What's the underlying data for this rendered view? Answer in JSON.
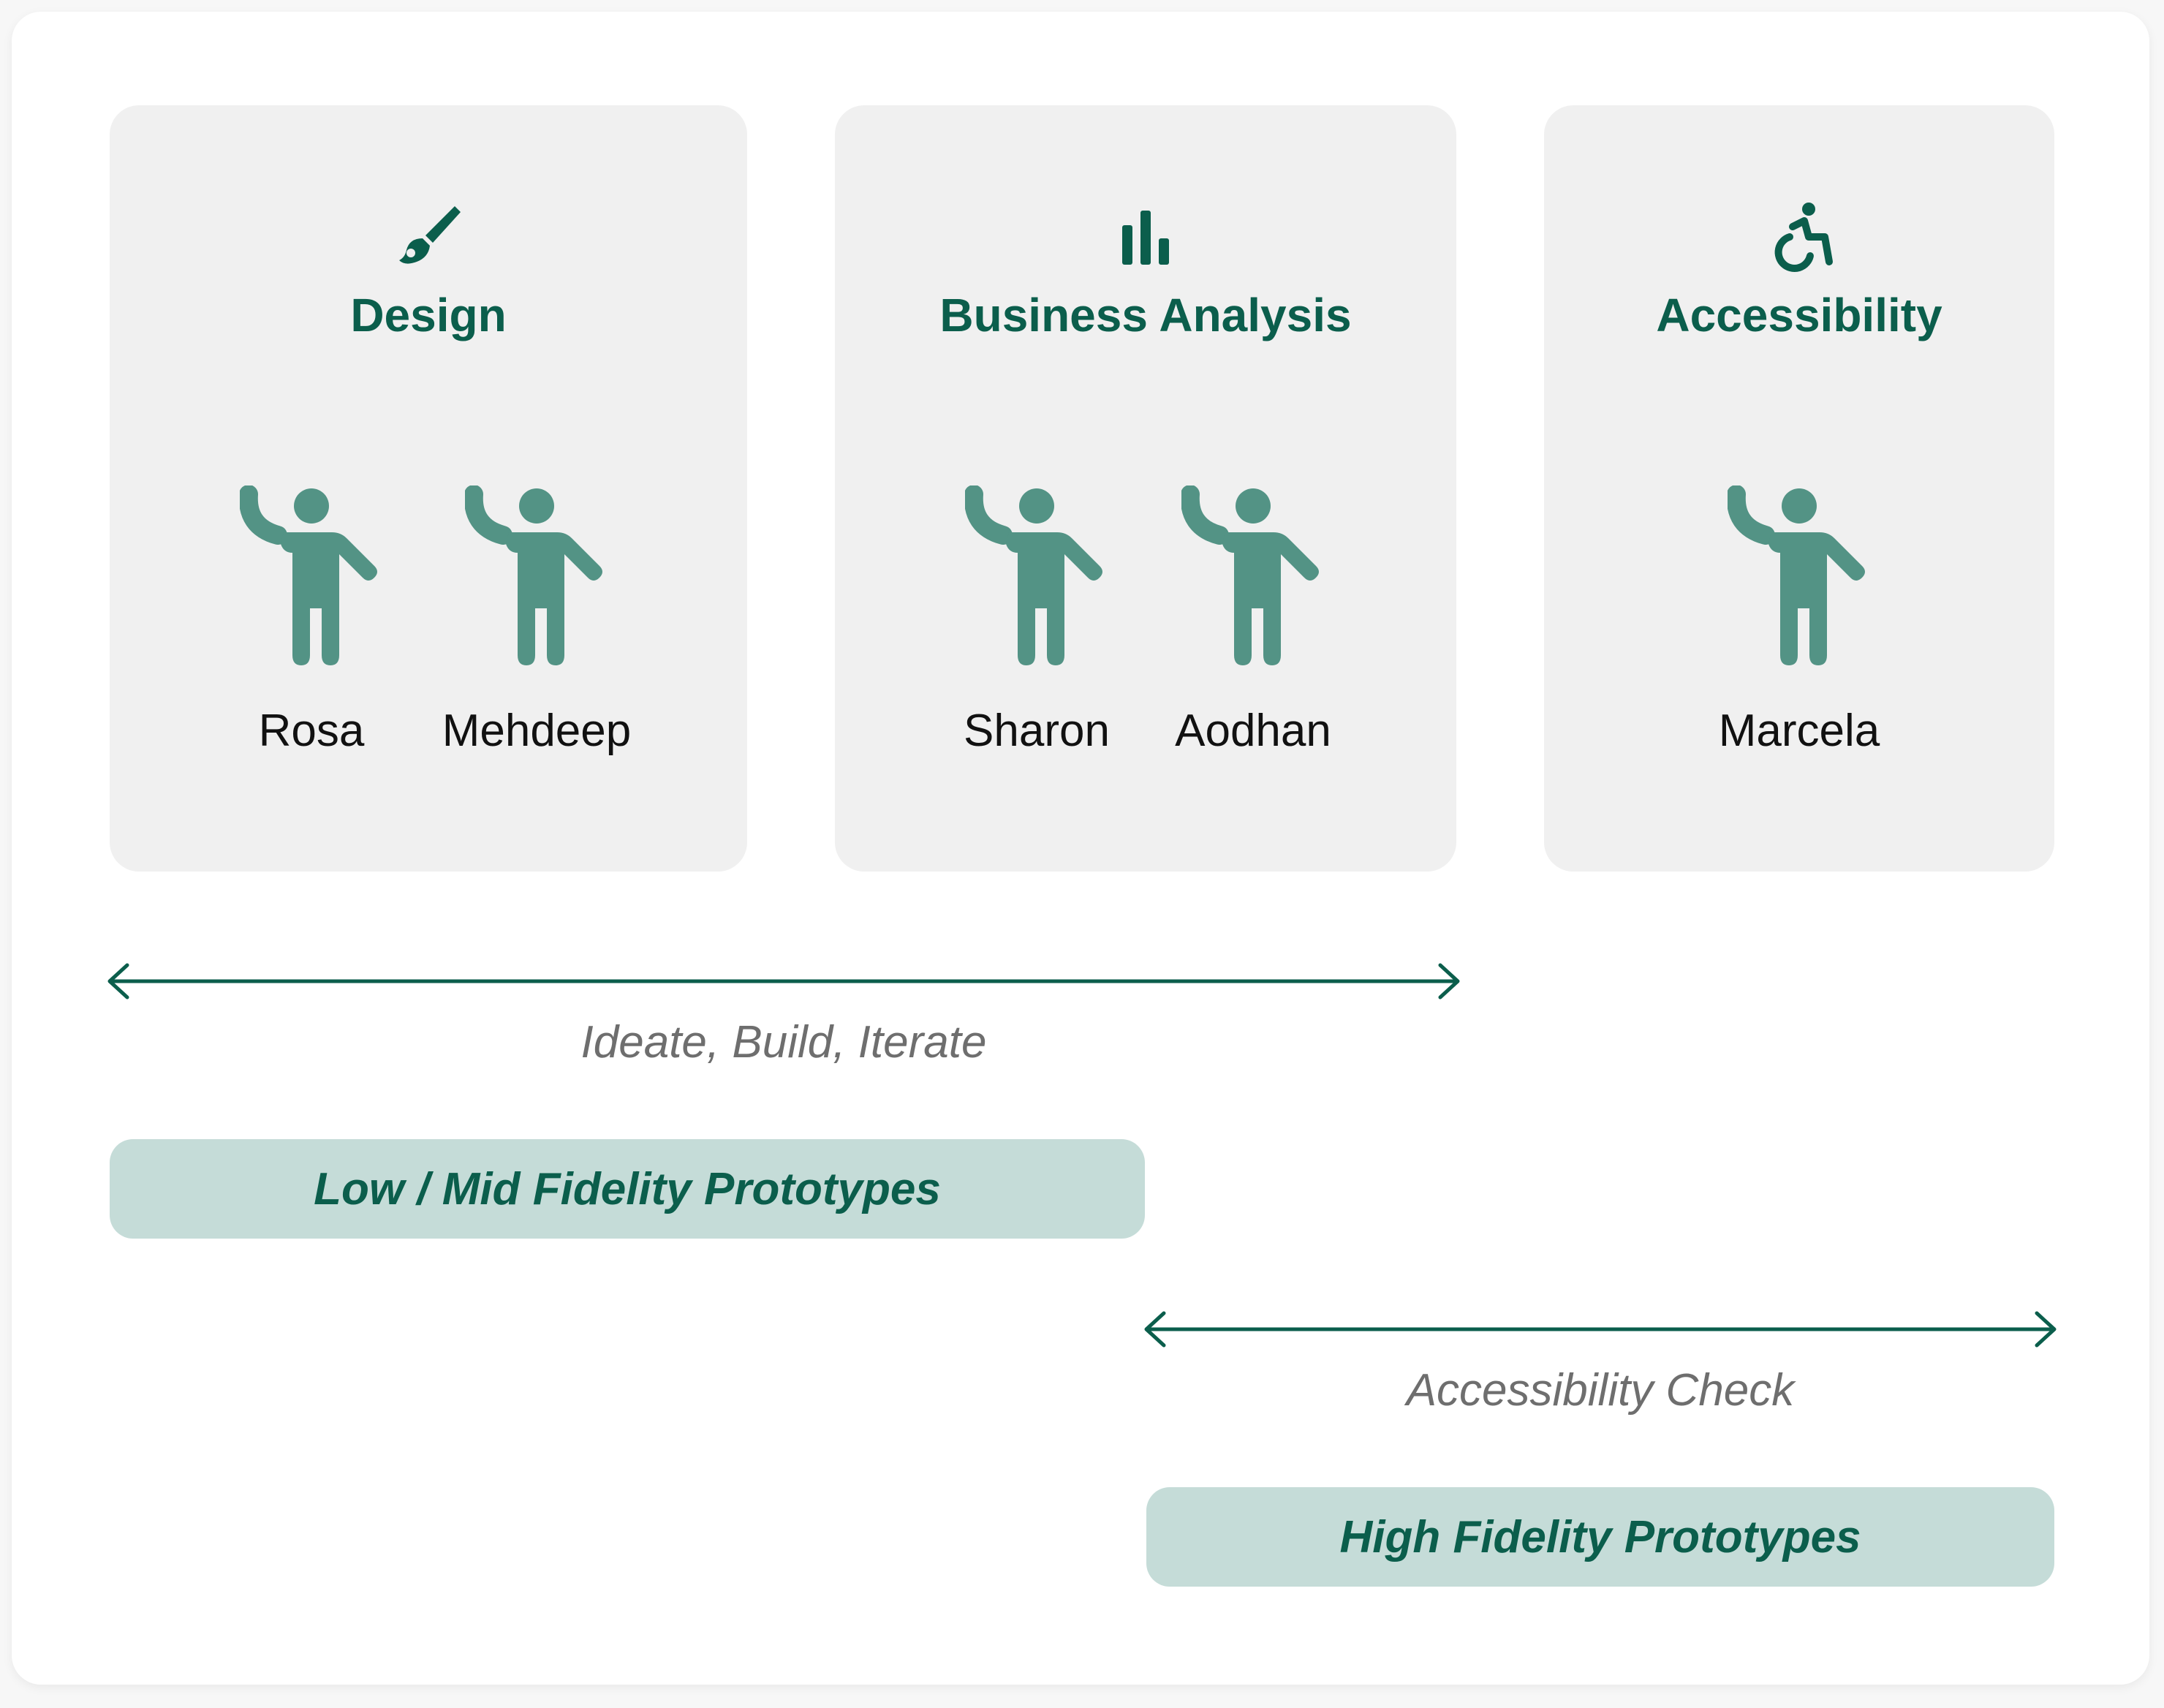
{
  "colors": {
    "accent": "#0b5e4c",
    "figure": "#539385",
    "card": "#f0f0f0",
    "pill": "#c5dcd8",
    "label_gray": "#6e6e6e"
  },
  "teams": [
    {
      "title": "Design",
      "icon": "paintbrush-icon",
      "members": [
        "Rosa",
        "Mehdeep"
      ]
    },
    {
      "title": "Business Analysis",
      "icon": "bar-chart-icon",
      "members": [
        "Sharon",
        "Aodhan"
      ]
    },
    {
      "title": "Accessibility",
      "icon": "wheelchair-icon",
      "members": [
        "Marcela"
      ]
    }
  ],
  "phases": [
    {
      "label": "Ideate, Build, Iterate",
      "deliverable": "Low / Mid Fidelity Prototypes"
    },
    {
      "label": "Accessibility Check",
      "deliverable": "High Fidelity Prototypes"
    }
  ]
}
